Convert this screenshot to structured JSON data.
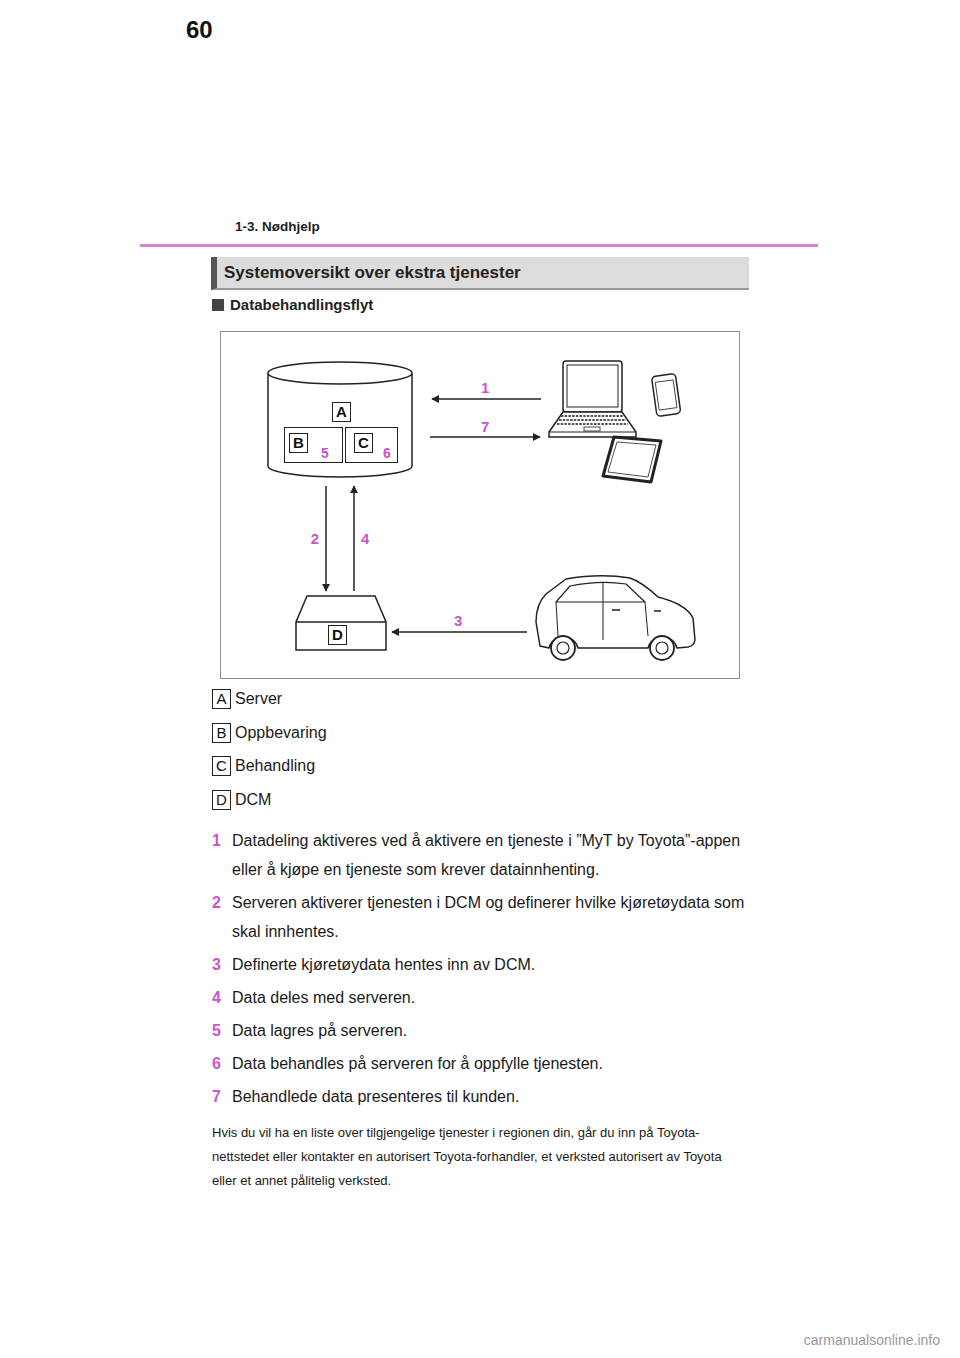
{
  "diagram": {
    "title": "Databehandlingsflyt",
    "nodes": [
      {
        "text": [
          "A"
        ]
      },
      {
        "text": [
          "B",
          "5"
        ],
        "in": 0
      },
      {
        "text": [
          "C",
          "6"
        ],
        "in": 0
      },
      {
        "text": [
          "D"
        ]
      }
    ],
    "edges": [
      {
        "from": 0,
        "to": 3,
        "label": "2",
        "arrow": "to"
      },
      {
        "from": 3,
        "to": 0,
        "label": "4",
        "arrow": "to"
      }
    ],
    "labels": [
      "60",
      "1-3. Nødhjelp",
      "Systemoversikt over ekstra tjenester",
      "1",
      "7",
      "3",
      "A",
      "Server",
      "B",
      "Oppbevaring",
      "C",
      "Behandling",
      "D",
      "DCM",
      "1",
      "Datadeling aktiveres ved å aktivere en tjeneste i ”MyT by Toyota”-appen eller å kjøpe en tjeneste som krever datainnhenting.",
      "2",
      "Serveren aktiverer tjenesten i DCM og definerer hvilke kjøretøydata som skal innhentes.",
      "3",
      "Definerte kjøretøydata hentes inn av DCM.",
      "4",
      "Data deles med serveren.",
      "5",
      "Data lagres på serveren.",
      "6",
      "Data behandles på serveren for å oppfylle tjenesten.",
      "7",
      "Behandlede data presenteres til kunden.",
      "Hvis du vil ha en liste over tilgjengelige tjenester i regionen din, går du inn på Toyota-nettstedet eller kontakter en autorisert Toyota-forhandler, et verksted autorisert av Toyota eller et annet pålitelig verksted.",
      "carmanualsonline.info"
    ]
  }
}
